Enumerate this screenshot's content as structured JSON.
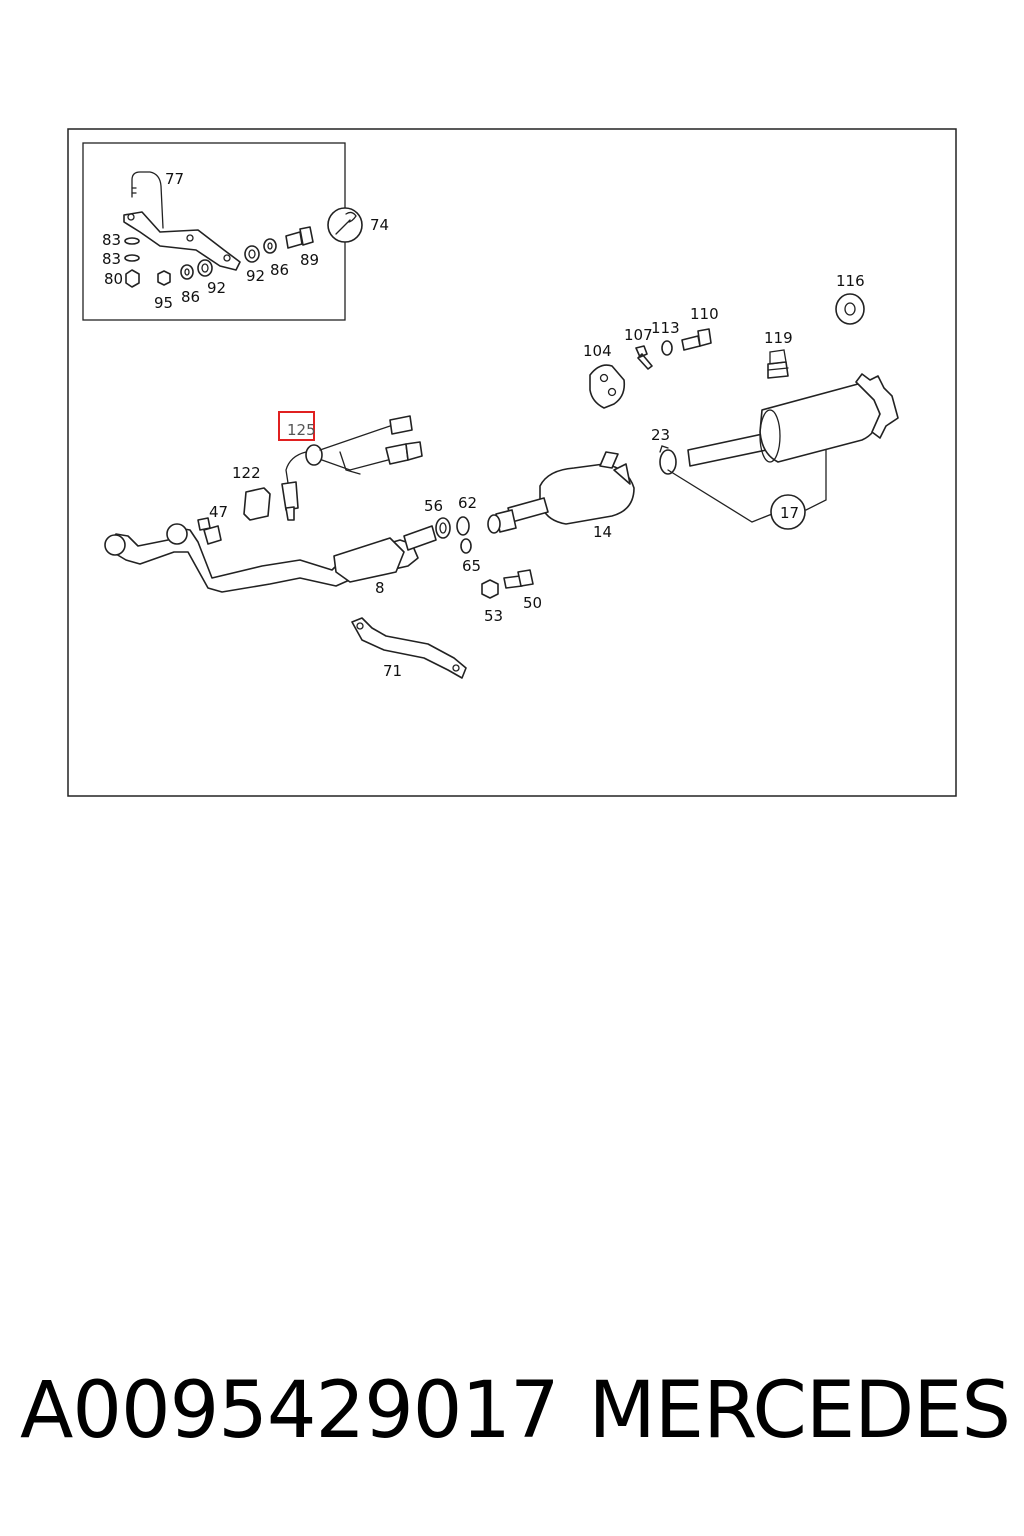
{
  "diagram": {
    "highlight_color": "#e02020",
    "highlighted_part": "125",
    "labels": {
      "p77": "77",
      "p74": "74",
      "p83a": "83",
      "p83b": "83",
      "p80": "80",
      "p95": "95",
      "p86a": "86",
      "p92a": "92",
      "p92b": "92",
      "p86b": "86",
      "p89": "89",
      "p116": "116",
      "p104": "104",
      "p107": "107",
      "p113": "113",
      "p110": "110",
      "p119": "119",
      "p125": "125",
      "p122": "122",
      "p47": "47",
      "p23": "23",
      "p56": "56",
      "p62": "62",
      "p14": "14",
      "p17": "17",
      "p65": "65",
      "p8": "8",
      "p53": "53",
      "p50": "50",
      "p71": "71"
    }
  },
  "caption": {
    "part_number": "A0095429017",
    "brand": "MERCEDES"
  }
}
